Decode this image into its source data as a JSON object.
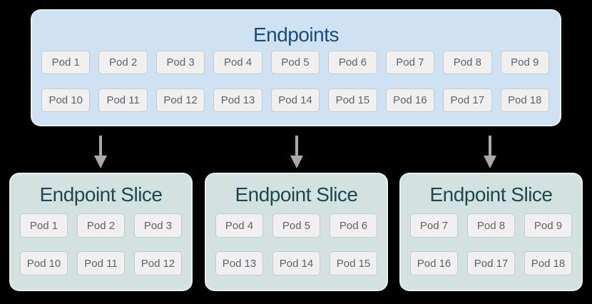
{
  "colors": {
    "page_bg": "#000000",
    "endpoints_fill": "#cfe2f4",
    "endpoints_title": "#1a4b7a",
    "slice_fill": "#d3e2e1",
    "slice_title": "#1f4751",
    "pod_fill": "#f0f0f0",
    "pod_border": "#c9c9c9",
    "pod_text": "#5f6368",
    "arrow": "#a9a9a9",
    "box_border": "rgba(255,255,255,0.5)"
  },
  "endpoints_box": {
    "title": "Endpoints",
    "pods": [
      "Pod 1",
      "Pod 2",
      "Pod 3",
      "Pod 4",
      "Pod 5",
      "Pod 6",
      "Pod 7",
      "Pod 8",
      "Pod 9",
      "Pod 10",
      "Pod 11",
      "Pod 12",
      "Pod 13",
      "Pod 14",
      "Pod 15",
      "Pod 16",
      "Pod 17",
      "Pod 18"
    ]
  },
  "arrows": {
    "count": 3,
    "direction": "down"
  },
  "slices": [
    {
      "title": "Endpoint Slice",
      "pods": [
        "Pod 1",
        "Pod 2",
        "Pod 3",
        "Pod 10",
        "Pod 11",
        "Pod 12"
      ]
    },
    {
      "title": "Endpoint Slice",
      "pods": [
        "Pod 4",
        "Pod 5",
        "Pod 6",
        "Pod 13",
        "Pod 14",
        "Pod 15"
      ]
    },
    {
      "title": "Endpoint Slice",
      "pods": [
        "Pod 7",
        "Pod 8",
        "Pod 9",
        "Pod 16",
        "Pod 17",
        "Pod 18"
      ]
    }
  ]
}
